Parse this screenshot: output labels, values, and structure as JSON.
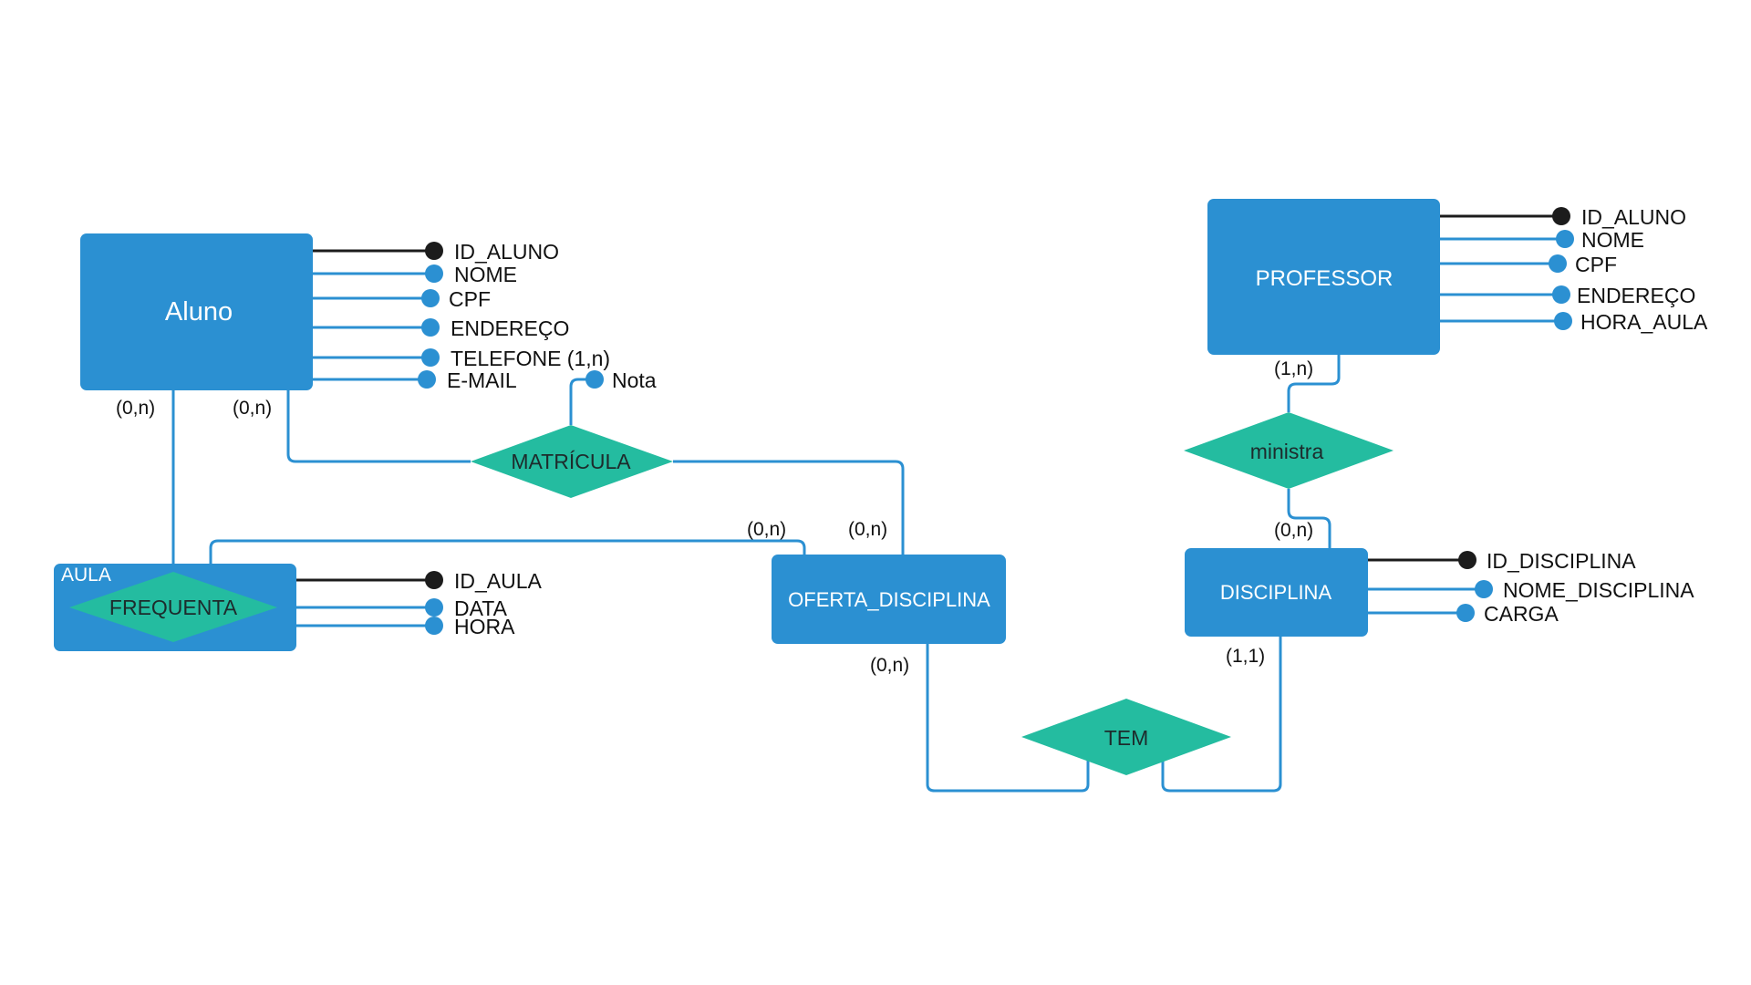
{
  "colors": {
    "entity": "#2b90d2",
    "relationship": "#24bca0",
    "key_attribute": "#1c1c1c",
    "attribute": "#2b90d2",
    "connector": "#2b90d2"
  },
  "entities": {
    "aluno": {
      "label": "Aluno"
    },
    "professor": {
      "label": "PROFESSOR"
    },
    "oferta_disciplina": {
      "label": "OFERTA_DISCIPLINA"
    },
    "disciplina": {
      "label": "DISCIPLINA"
    },
    "aula": {
      "label": "AULA"
    }
  },
  "relationships": {
    "matricula": {
      "label": "MATRÍCULA"
    },
    "ministra": {
      "label": "ministra"
    },
    "tem": {
      "label": "TEM"
    },
    "frequenta": {
      "label": "FREQUENTA"
    }
  },
  "attributes": {
    "aluno": [
      "ID_ALUNO",
      "NOME",
      "CPF",
      "ENDEREÇO",
      "TELEFONE (1,n)",
      "E-MAIL"
    ],
    "professor": [
      "ID_ALUNO",
      "NOME",
      "CPF",
      "ENDEREÇO",
      "HORA_AULA"
    ],
    "disciplina": [
      "ID_DISCIPLINA",
      "NOME_DISCIPLINA",
      "CARGA"
    ],
    "aula": [
      "ID_AULA",
      "DATA",
      "HORA"
    ],
    "matricula": [
      "Nota"
    ]
  },
  "cardinalities": {
    "aluno_aula": "(0,n)",
    "aluno_matricula": "(0,n)",
    "aula_oferta": "(0,n)",
    "oferta_matricula": "(0,n)",
    "oferta_tem": "(0,n)",
    "professor_ministra": "(1,n)",
    "disciplina_ministra": "(0,n)",
    "disciplina_tem": "(1,1)"
  }
}
